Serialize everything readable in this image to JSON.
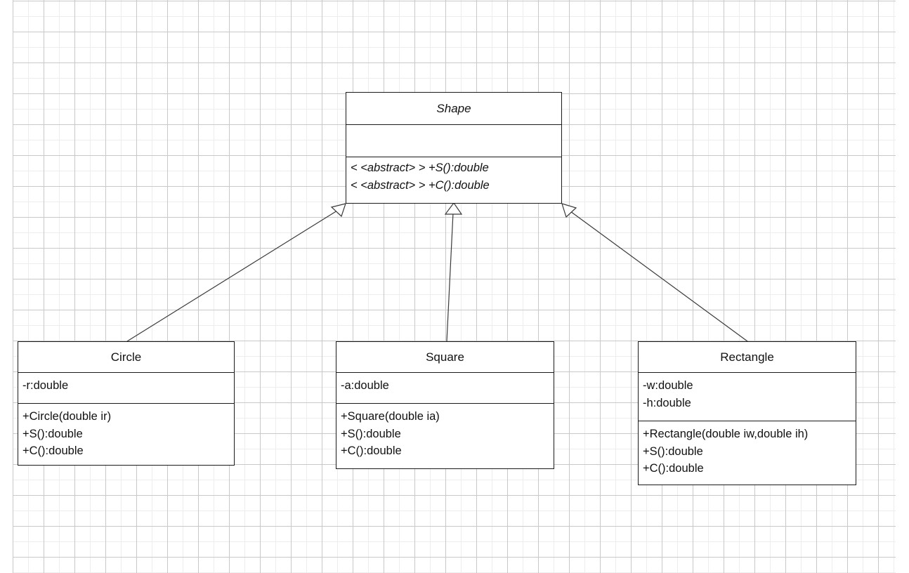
{
  "diagram": {
    "kind": "uml-class-diagram",
    "background": "#ffffff",
    "grid_color_major": "#c9c9c9",
    "grid_color_minor": "#ededed",
    "line_color": "#3a3a3a",
    "box_border_color": "#1a1a1a",
    "text_color": "#111111"
  },
  "classes": {
    "shape": {
      "name": "Shape",
      "stereotype": "abstract",
      "attributes": [],
      "operations": [
        "< <abstract> > +S():double",
        "< <abstract> > +C():double"
      ]
    },
    "circle": {
      "name": "Circle",
      "attributes": [
        "-r:double"
      ],
      "operations": [
        "+Circle(double ir)",
        "+S():double",
        "+C():double"
      ]
    },
    "square": {
      "name": "Square",
      "attributes": [
        "-a:double"
      ],
      "operations": [
        "+Square(double ia)",
        "+S():double",
        "+C():double"
      ]
    },
    "rectangle": {
      "name": "Rectangle",
      "attributes": [
        "-w:double",
        "-h:double"
      ],
      "operations": [
        "+Rectangle(double iw,double ih)",
        "+S():double",
        "+C():double"
      ]
    }
  },
  "relationships": [
    {
      "type": "generalization",
      "from": "Circle",
      "to": "Shape"
    },
    {
      "type": "generalization",
      "from": "Square",
      "to": "Shape"
    },
    {
      "type": "generalization",
      "from": "Rectangle",
      "to": "Shape"
    }
  ]
}
